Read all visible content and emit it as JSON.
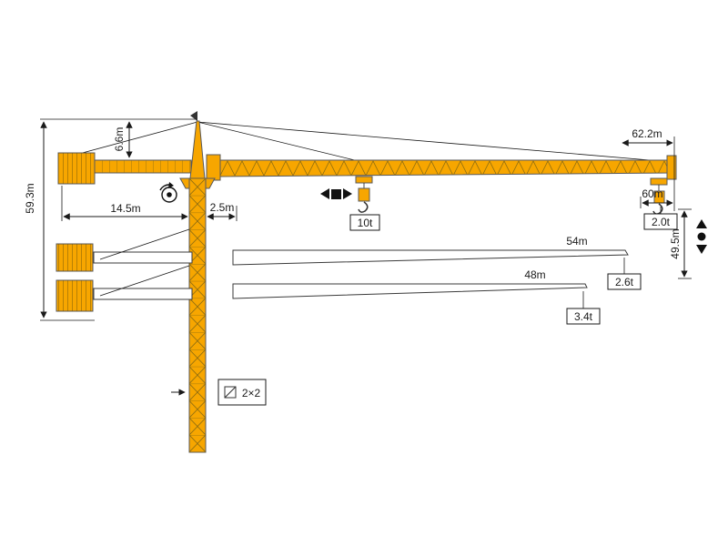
{
  "diagram": {
    "type": "tower-crane-dimension-diagram",
    "crane_color": "#F7A600",
    "outline_color": "#58585a",
    "dimension_color": "#1a1a1a",
    "labels": {
      "total_height": "59.3m",
      "tower_head_height": "6.6m",
      "counter_jib_length": "14.5m",
      "jib_foot": "2.5m",
      "max_radius": "62.2m",
      "radius_60": "60m",
      "tip_load_62": "2.0t",
      "hook_height": "49.5m",
      "max_load": "10t",
      "jib_54": "54m",
      "tip_load_54": "2.6t",
      "jib_48": "48m",
      "tip_load_48": "3.4t",
      "mast_section": "2×2"
    }
  }
}
